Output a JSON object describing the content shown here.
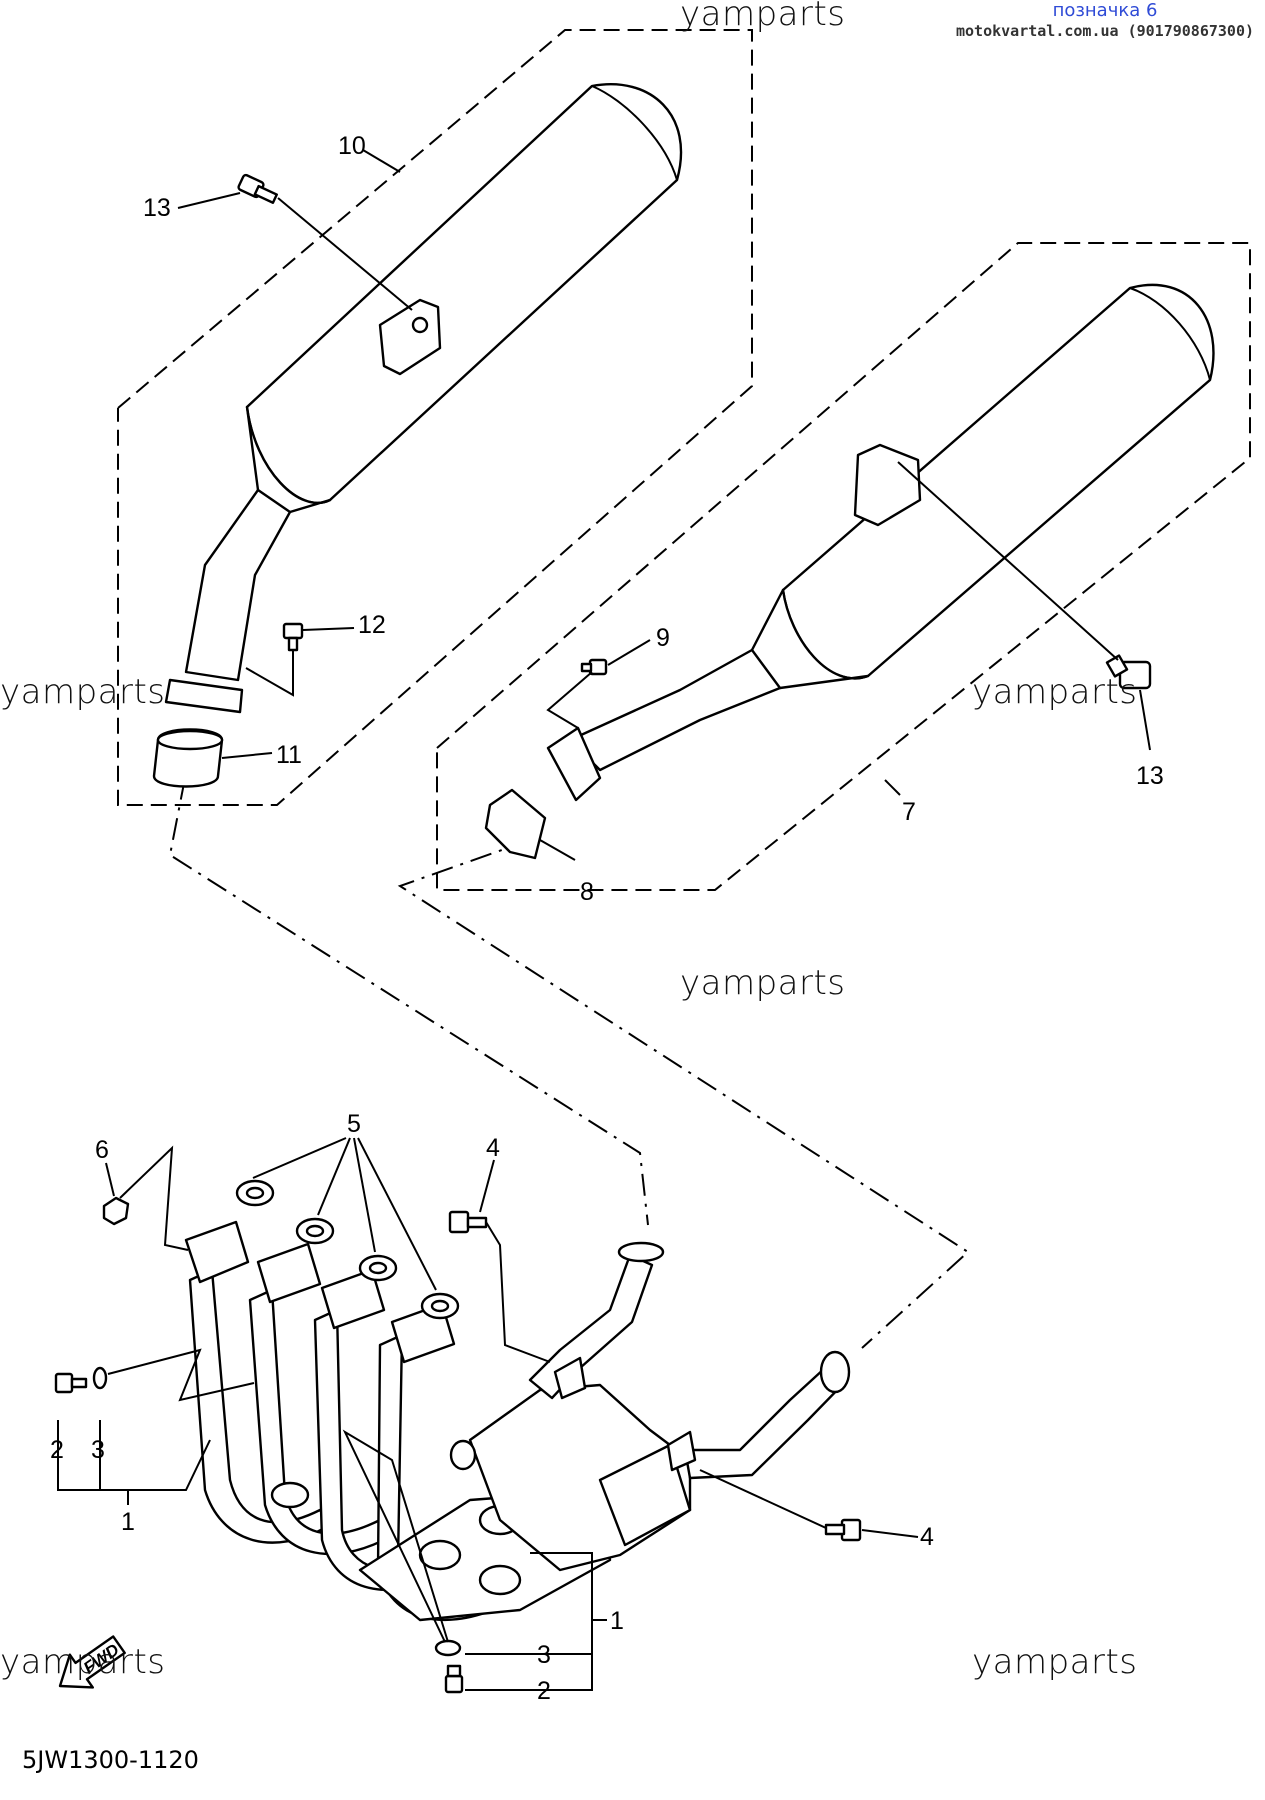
{
  "header": {
    "label": "позначка 6",
    "site": "motokvartal.com.ua (901790867300)"
  },
  "watermark": "yamparts",
  "diagram_code": "5JW1300-1120",
  "fwd_label": "FWD",
  "callouts": {
    "c1a": "1",
    "c1b": "1",
    "c2a": "2",
    "c2b": "2",
    "c3a": "3",
    "c3b": "3",
    "c4a": "4",
    "c4b": "4",
    "c5": "5",
    "c6": "6",
    "c7": "7",
    "c8": "8",
    "c9": "9",
    "c10": "10",
    "c11": "11",
    "c12": "12",
    "c13a": "13",
    "c13b": "13"
  }
}
